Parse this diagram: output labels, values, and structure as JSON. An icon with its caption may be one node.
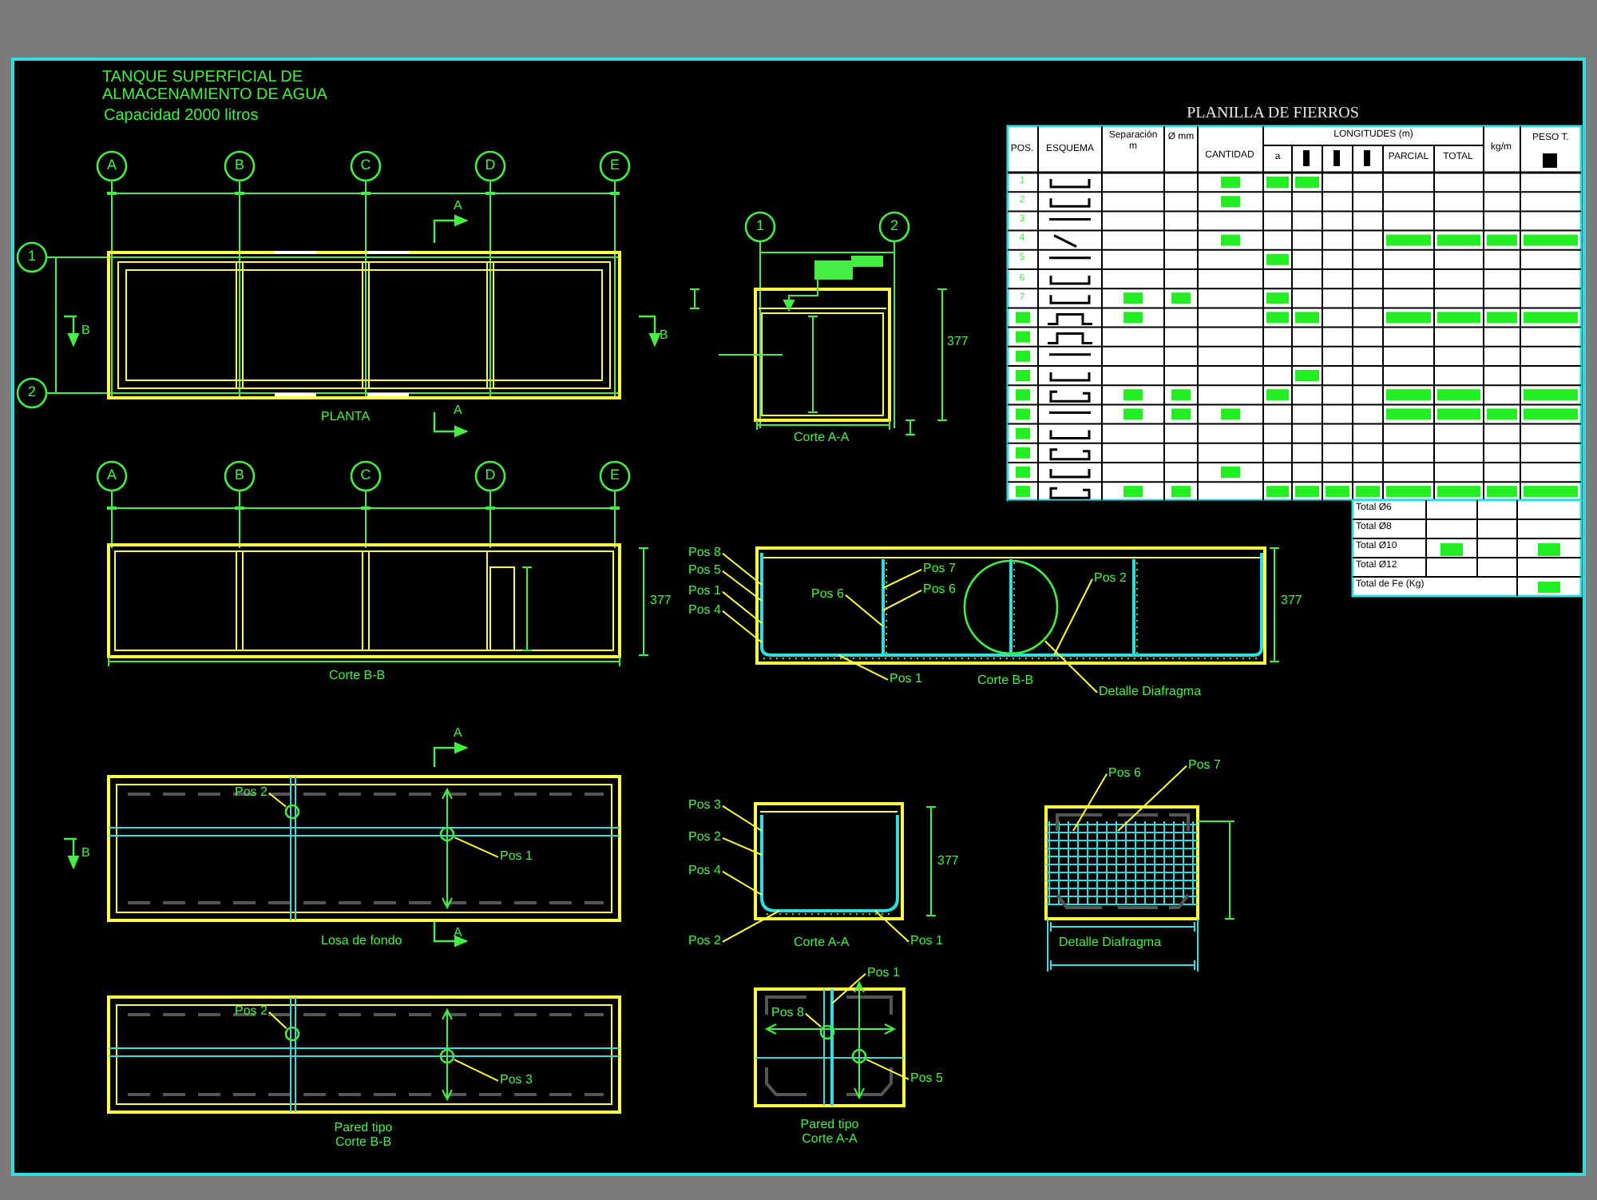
{
  "diagram": {
    "title": "TANQUE SUPERFICIAL DE ALMACENAMIENTO DE AGUA",
    "nodes": [
      {
        "text": [
          "Pos 8"
        ]
      },
      {
        "text": [
          "Pos 5"
        ]
      },
      {
        "text": [
          "Pos 1"
        ]
      },
      {
        "text": [
          "Pos 4"
        ]
      },
      {
        "text": [
          "Pos 7"
        ]
      },
      {
        "text": [
          "Pos 6"
        ]
      },
      {
        "text": [
          "Pos 6"
        ]
      },
      {
        "text": [
          "Pos 2"
        ]
      },
      {
        "text": [
          "Pos 1"
        ]
      },
      {
        "text": [],
        "shape": "circle"
      },
      {
        "text": [
          "Detalle Diafragma"
        ]
      },
      {
        "text": [
          "Pos 3"
        ]
      },
      {
        "text": [
          "Pos 2"
        ]
      },
      {
        "text": [
          "Pos 4"
        ]
      },
      {
        "text": [
          "Pos 2"
        ]
      },
      {
        "text": [
          "Pos 1"
        ]
      },
      {
        "text": [
          "Pos 6"
        ]
      },
      {
        "text": [
          "Pos 7"
        ]
      },
      {
        "text": [
          "Pos 1"
        ]
      },
      {
        "text": [
          "Pos 8"
        ]
      },
      {
        "text": [
          "Pos 5"
        ]
      },
      {
        "text": [
          "Pos 2"
        ]
      },
      {
        "text": [
          "Pos 1"
        ]
      },
      {
        "text": [
          "Pos 2"
        ]
      },
      {
        "text": [
          "Pos 3"
        ]
      },
      {
        "text": [],
        "shape": "bar"
      },
      {
        "text": [],
        "shape": "bar"
      },
      {
        "text": [],
        "shape": "bar"
      },
      {
        "text": [],
        "shape": "bar"
      },
      {
        "text": [],
        "shape": "circle"
      },
      {
        "text": [],
        "shape": "circle"
      },
      {
        "text": [],
        "shape": "circle"
      },
      {
        "text": [],
        "shape": "circle"
      },
      {
        "text": [],
        "shape": "circle"
      },
      {
        "text": [],
        "shape": "circle"
      },
      {
        "text": [],
        "shape": "bar"
      }
    ],
    "edges": [
      {
        "from": 0,
        "to": 25,
        "arrow": "none"
      },
      {
        "from": 1,
        "to": 25,
        "arrow": "none"
      },
      {
        "from": 2,
        "to": 25,
        "arrow": "none"
      },
      {
        "from": 3,
        "to": 25,
        "arrow": "none"
      },
      {
        "from": 4,
        "to": 26,
        "arrow": "none"
      },
      {
        "from": 5,
        "to": 26,
        "arrow": "none"
      },
      {
        "from": 6,
        "to": 26,
        "arrow": "none"
      },
      {
        "from": 7,
        "to": 35,
        "arrow": "none"
      },
      {
        "from": 8,
        "to": 35,
        "arrow": "none"
      },
      {
        "from": 10,
        "to": 9,
        "arrow": "none"
      },
      {
        "from": 11,
        "to": 27,
        "arrow": "none"
      },
      {
        "from": 12,
        "to": 27,
        "arrow": "none"
      },
      {
        "from": 13,
        "to": 27,
        "arrow": "none"
      },
      {
        "from": 14,
        "to": 27,
        "arrow": "none"
      },
      {
        "from": 15,
        "to": 27,
        "arrow": "none"
      },
      {
        "from": 16,
        "to": null,
        "arrow": "none"
      },
      {
        "from": 17,
        "to": null,
        "arrow": "none"
      },
      {
        "from": 18,
        "to": 28,
        "arrow": "none"
      },
      {
        "from": 19,
        "to": 29,
        "arrow": "none"
      },
      {
        "from": 20,
        "to": 30,
        "arrow": "none"
      },
      {
        "from": 21,
        "to": 31,
        "arrow": "none"
      },
      {
        "from": 22,
        "to": 32,
        "arrow": "none"
      },
      {
        "from": 23,
        "to": 33,
        "arrow": "none"
      },
      {
        "from": 24,
        "to": 34,
        "arrow": "none"
      }
    ],
    "labels": [
      "Capacidad 2000 litros",
      "A",
      "B",
      "C",
      "D",
      "E",
      "1",
      "2",
      "A",
      "B",
      "B",
      "A",
      "PLANTA",
      "1",
      "2",
      "377",
      "Corte A-A",
      "A",
      "B",
      "C",
      "D",
      "E",
      "377",
      "Corte B-B",
      "377",
      "Corte B-B",
      "A",
      "B",
      "A",
      "Losa de fondo",
      "377",
      "Corte A-A",
      "Detalle Diafragma",
      "Pared tipo Corte B-B",
      "Pared tipo Corte A-A",
      "PLANILLA DE FIERROS",
      "POS.",
      "ESQUEMA",
      "Separación m",
      "Ø mm",
      "CANTIDAD",
      "LONGITUDES (m)",
      "a",
      "PARCIAL",
      "TOTAL",
      "kg/m",
      "PESO T.",
      "1",
      "2",
      "3",
      "4",
      "5",
      "6",
      "7",
      "Total Ø6",
      "Total Ø8",
      "Total Ø10",
      "Total Ø12",
      "Total de Fe (Kg)"
    ]
  }
}
